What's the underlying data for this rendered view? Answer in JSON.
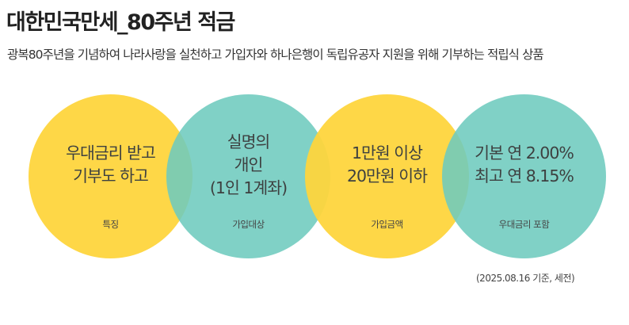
{
  "header": {
    "title": "대한민국만세_80주년 적금",
    "subtitle": "광복80주년을 기념하여 나라사랑을 실천하고 가입자와 하나은행이 독립유공자 지원을 위해 기부하는 적립식 상품"
  },
  "colors": {
    "yellow": "#FED43C",
    "teal": "#7ACFC5",
    "text": "#3D4040"
  },
  "circles": [
    {
      "color": "yellow",
      "lines": [
        "우대금리 받고",
        "기부도 하고"
      ],
      "label": "특징"
    },
    {
      "color": "teal",
      "lines": [
        "실명의",
        "개인",
        "(1인 1계좌)"
      ],
      "label": "가입대상"
    },
    {
      "color": "yellow",
      "lines": [
        "1만원 이상",
        "20만원 이하"
      ],
      "label": "가입금액"
    },
    {
      "color": "teal",
      "lines": [
        "기본 연 2.00%",
        "최고 연 8.15%"
      ],
      "label": "우대금리 포함"
    }
  ],
  "footnote": "(2025.08.16 기준, 세전)"
}
